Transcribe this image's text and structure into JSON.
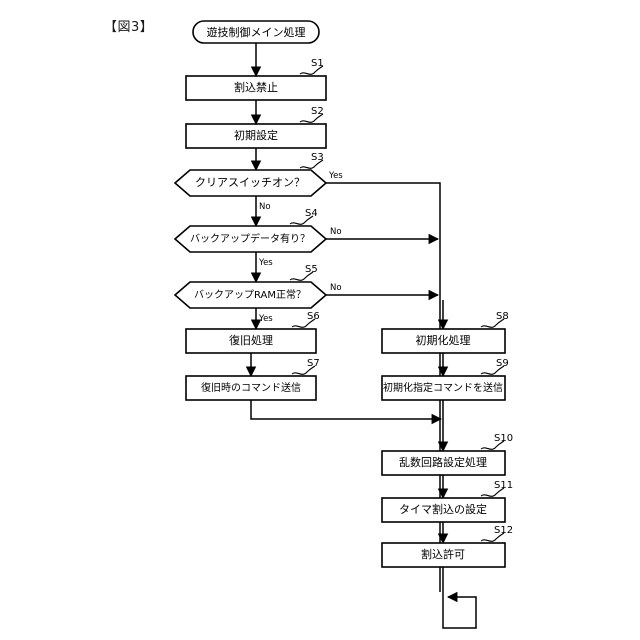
{
  "figure": {
    "label": "【図3】"
  },
  "flowchart": {
    "type": "flowchart",
    "start": {
      "id": "start",
      "shape": "terminator",
      "text": "遊技制御メイン処理"
    },
    "nodes": [
      {
        "id": "S1",
        "step": "S1",
        "shape": "process",
        "text": "割込禁止",
        "column": "left"
      },
      {
        "id": "S2",
        "step": "S2",
        "shape": "process",
        "text": "初期設定",
        "column": "left"
      },
      {
        "id": "S3",
        "step": "S3",
        "shape": "decision",
        "text": "クリアスイッチオン？",
        "column": "left"
      },
      {
        "id": "S4",
        "step": "S4",
        "shape": "decision",
        "text": "バックアップデータ有り？",
        "column": "left"
      },
      {
        "id": "S5",
        "step": "S5",
        "shape": "decision",
        "text": "バックアップRAM正常？",
        "column": "left"
      },
      {
        "id": "S6",
        "step": "S6",
        "shape": "process",
        "text": "復旧処理",
        "column": "left"
      },
      {
        "id": "S7",
        "step": "S7",
        "shape": "process",
        "text": "復旧時のコマンド送信",
        "column": "left"
      },
      {
        "id": "S8",
        "step": "S8",
        "shape": "process",
        "text": "初期化処理",
        "column": "right"
      },
      {
        "id": "S9",
        "step": "S9",
        "shape": "process",
        "text": "初期化指定コマンドを送信",
        "column": "right"
      },
      {
        "id": "S10",
        "step": "S10",
        "shape": "process",
        "text": "乱数回路設定処理",
        "column": "right"
      },
      {
        "id": "S11",
        "step": "S11",
        "shape": "process",
        "text": "タイマ割込の設定",
        "column": "right"
      },
      {
        "id": "S12",
        "step": "S12",
        "shape": "process",
        "text": "割込許可",
        "column": "right"
      }
    ],
    "edge_labels": {
      "s3_yes": "Yes",
      "s3_no": "No",
      "s4_no": "No",
      "s4_yes": "Yes",
      "s5_no": "No",
      "s5_yes": "Yes"
    },
    "colors": {
      "stroke": "#000000",
      "fill": "#ffffff",
      "background": "#ffffff"
    }
  }
}
